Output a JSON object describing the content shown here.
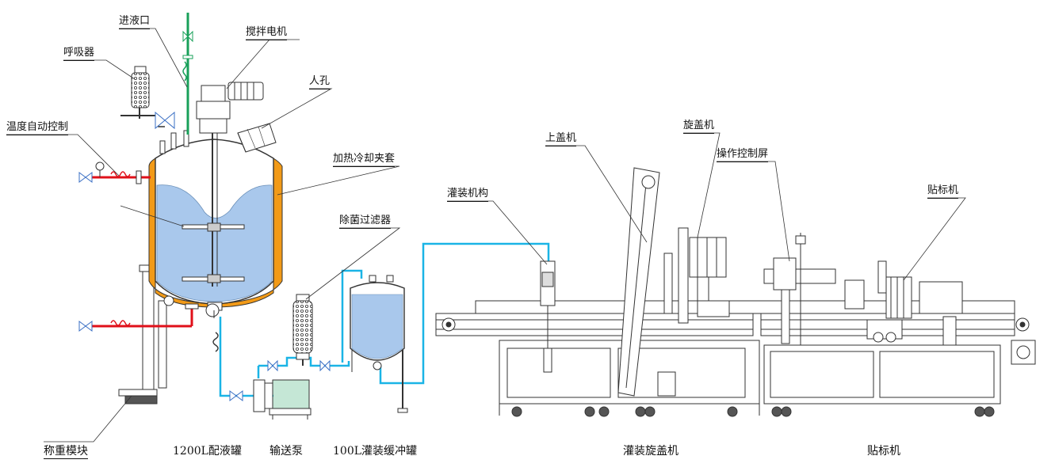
{
  "labels": {
    "inlet": "进液口",
    "breather": "呼吸器",
    "temp_control": "温度自动控制",
    "mixer_motor": "搅拌电机",
    "manhole": "人孔",
    "jacket": "加热冷却夹套",
    "sterile_filter": "除菌过滤器",
    "filling_mechanism": "灌装机构",
    "capping_feeder": "上盖机",
    "capper": "旋盖机",
    "control_screen": "操作控制屏",
    "labeler_top": "贴标机"
  },
  "captions": {
    "weighing": "称重模块",
    "tank": "1200L配液罐",
    "pump": "输送泵",
    "buffer_tank": "100L灌装缓冲罐",
    "fill_cap": "灌装旋盖机",
    "labeler": "贴标机"
  },
  "colors": {
    "liquid": "#a9c8ec",
    "jacket": "#f29a17",
    "hot_line": "#e0101a",
    "water_line": "#19a05a",
    "product_line": "#1ab4e6",
    "outline": "#333333"
  }
}
